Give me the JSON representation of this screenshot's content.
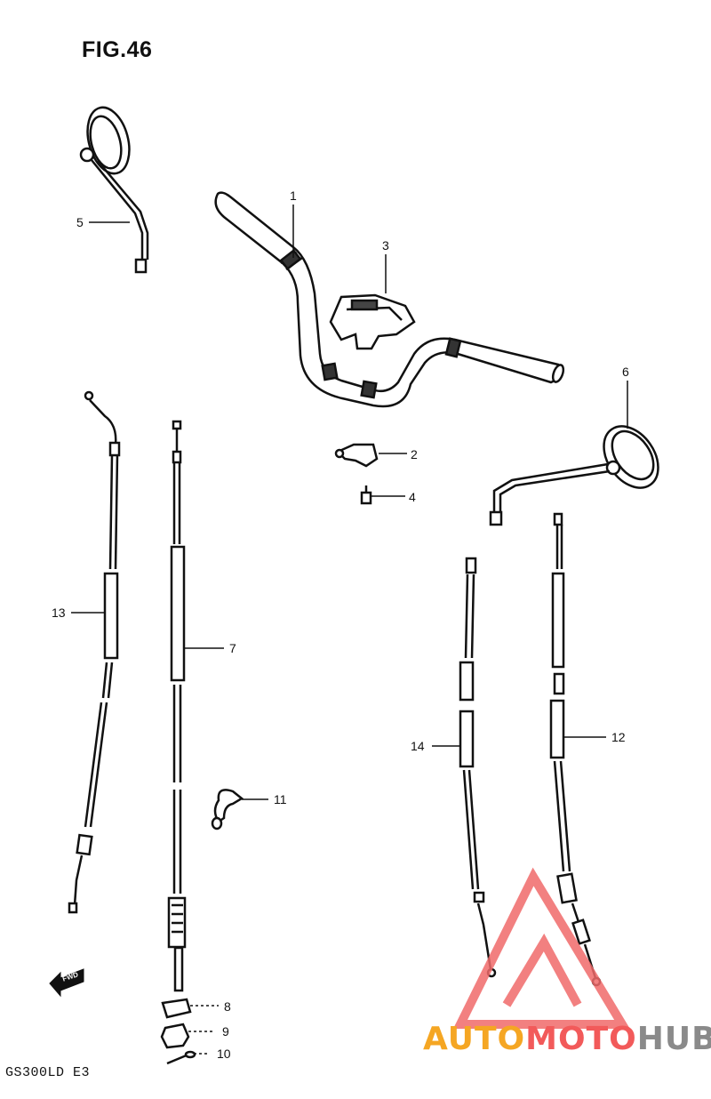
{
  "figure": {
    "title": "FIG.46",
    "model": "GS300LD E3"
  },
  "callouts": [
    {
      "id": "c1",
      "text": "1"
    },
    {
      "id": "c2",
      "text": "2"
    },
    {
      "id": "c3",
      "text": "3"
    },
    {
      "id": "c4",
      "text": "4"
    },
    {
      "id": "c5",
      "text": "5"
    },
    {
      "id": "c6",
      "text": "6"
    },
    {
      "id": "c7",
      "text": "7"
    },
    {
      "id": "c8",
      "text": "8"
    },
    {
      "id": "c9",
      "text": "9"
    },
    {
      "id": "c10",
      "text": "10"
    },
    {
      "id": "c11",
      "text": "11"
    },
    {
      "id": "c12",
      "text": "12"
    },
    {
      "id": "c13",
      "text": "13"
    },
    {
      "id": "c14",
      "text": "14"
    }
  ],
  "direction_arrow": "FWD",
  "watermark": {
    "auto": "AUTO",
    "moto": "MOTO",
    "hub": "HUB",
    "colors": {
      "triangle": "#f06a6a",
      "auto": "#f5a623",
      "hub": "#8a8a8a"
    }
  }
}
